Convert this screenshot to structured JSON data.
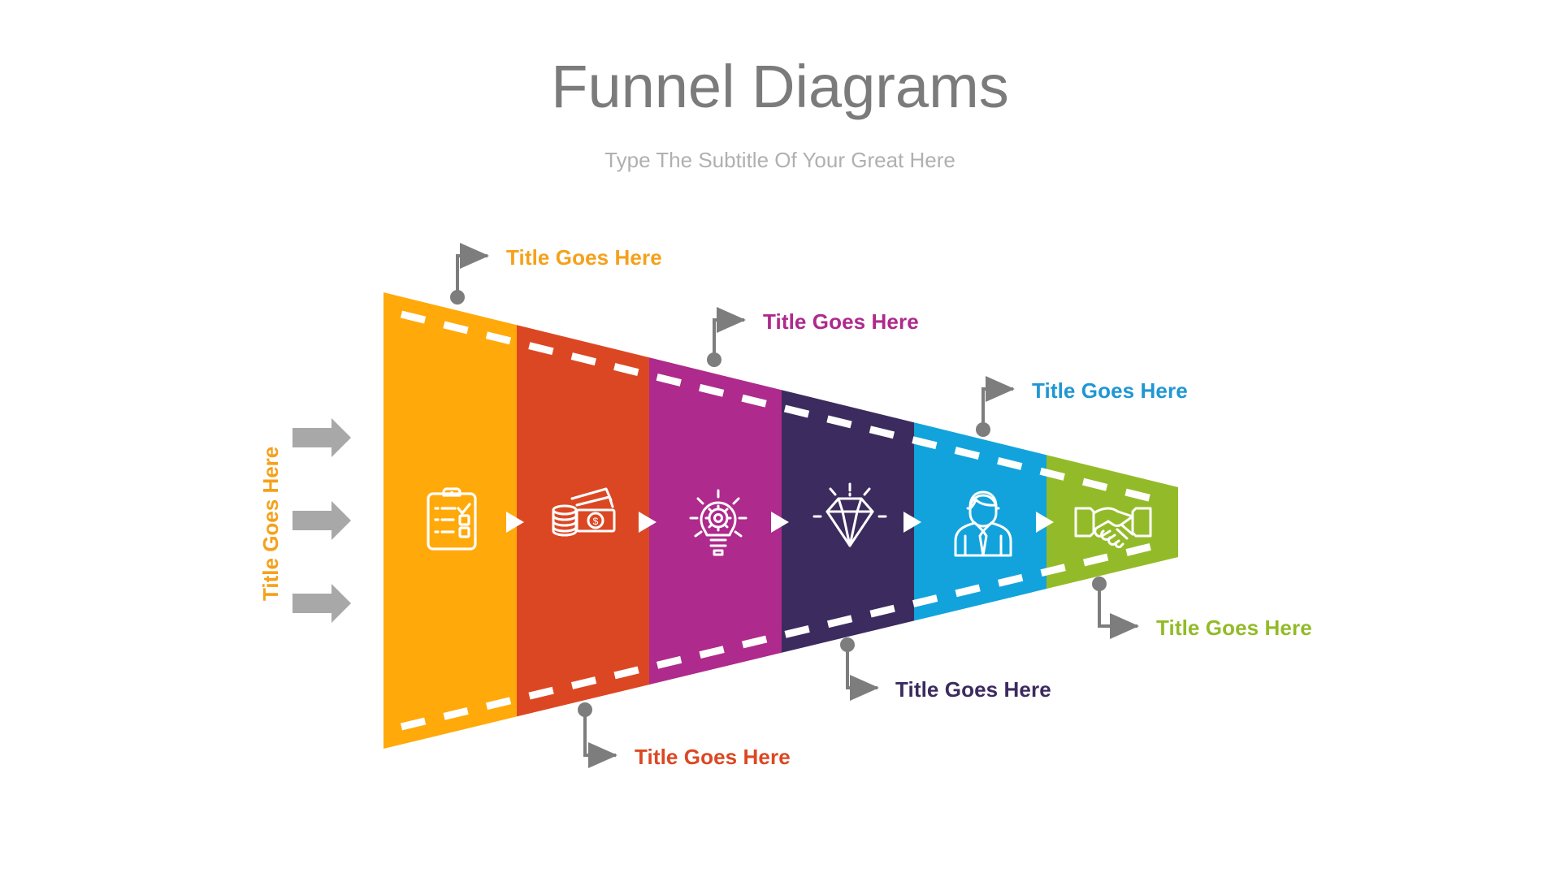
{
  "header": {
    "title": "Funnel Diagrams",
    "subtitle": "Type The Subtitle Of Your Great Here",
    "title_color": "#7b7b7b",
    "subtitle_color": "#b0b0b0"
  },
  "side_label": {
    "text": "Title Goes Here",
    "color": "#f5a11b",
    "arrow_color": "#a8a8a8",
    "arrow_count": 3
  },
  "funnel": {
    "segments": [
      {
        "id": "stage-1",
        "color": "#FFA90A",
        "icon": "clipboard-checklist-icon",
        "icon_label": "Clipboard Checklist"
      },
      {
        "id": "stage-2",
        "color": "#DC4723",
        "icon": "money-cash-icon",
        "icon_label": "Money And Cash"
      },
      {
        "id": "stage-3",
        "color": "#AE2A8C",
        "icon": "lightbulb-gear-icon",
        "icon_label": "Lightbulb With Gear"
      },
      {
        "id": "stage-4",
        "color": "#3C2B5E",
        "icon": "diamond-icon",
        "icon_label": "Diamond"
      },
      {
        "id": "stage-5",
        "color": "#12A3DC",
        "icon": "businessman-icon",
        "icon_label": "Businessman"
      },
      {
        "id": "stage-6",
        "color": "#93BB29",
        "icon": "handshake-icon",
        "icon_label": "Handshake"
      }
    ],
    "divider_arrow_color": "#ffffff",
    "dash_color": "#ffffff"
  },
  "callouts": [
    {
      "id": "callout-1",
      "text": "Title Goes Here",
      "color": "#F5A11B",
      "side": "top"
    },
    {
      "id": "callout-2",
      "text": "Title Goes Here",
      "color": "#AE2A8C",
      "side": "top"
    },
    {
      "id": "callout-3",
      "text": "Title Goes Here",
      "color": "#2196D3",
      "side": "top"
    },
    {
      "id": "callout-4",
      "text": "Title Goes Here",
      "color": "#93BB29",
      "side": "bottom"
    },
    {
      "id": "callout-5",
      "text": "Title Goes Here",
      "color": "#3C2B5E",
      "side": "bottom"
    },
    {
      "id": "callout-6",
      "text": "Title Goes Here",
      "color": "#DC4723",
      "side": "bottom"
    }
  ],
  "connector": {
    "line_color": "#7d7d7d",
    "dot_color": "#7d7d7d"
  }
}
